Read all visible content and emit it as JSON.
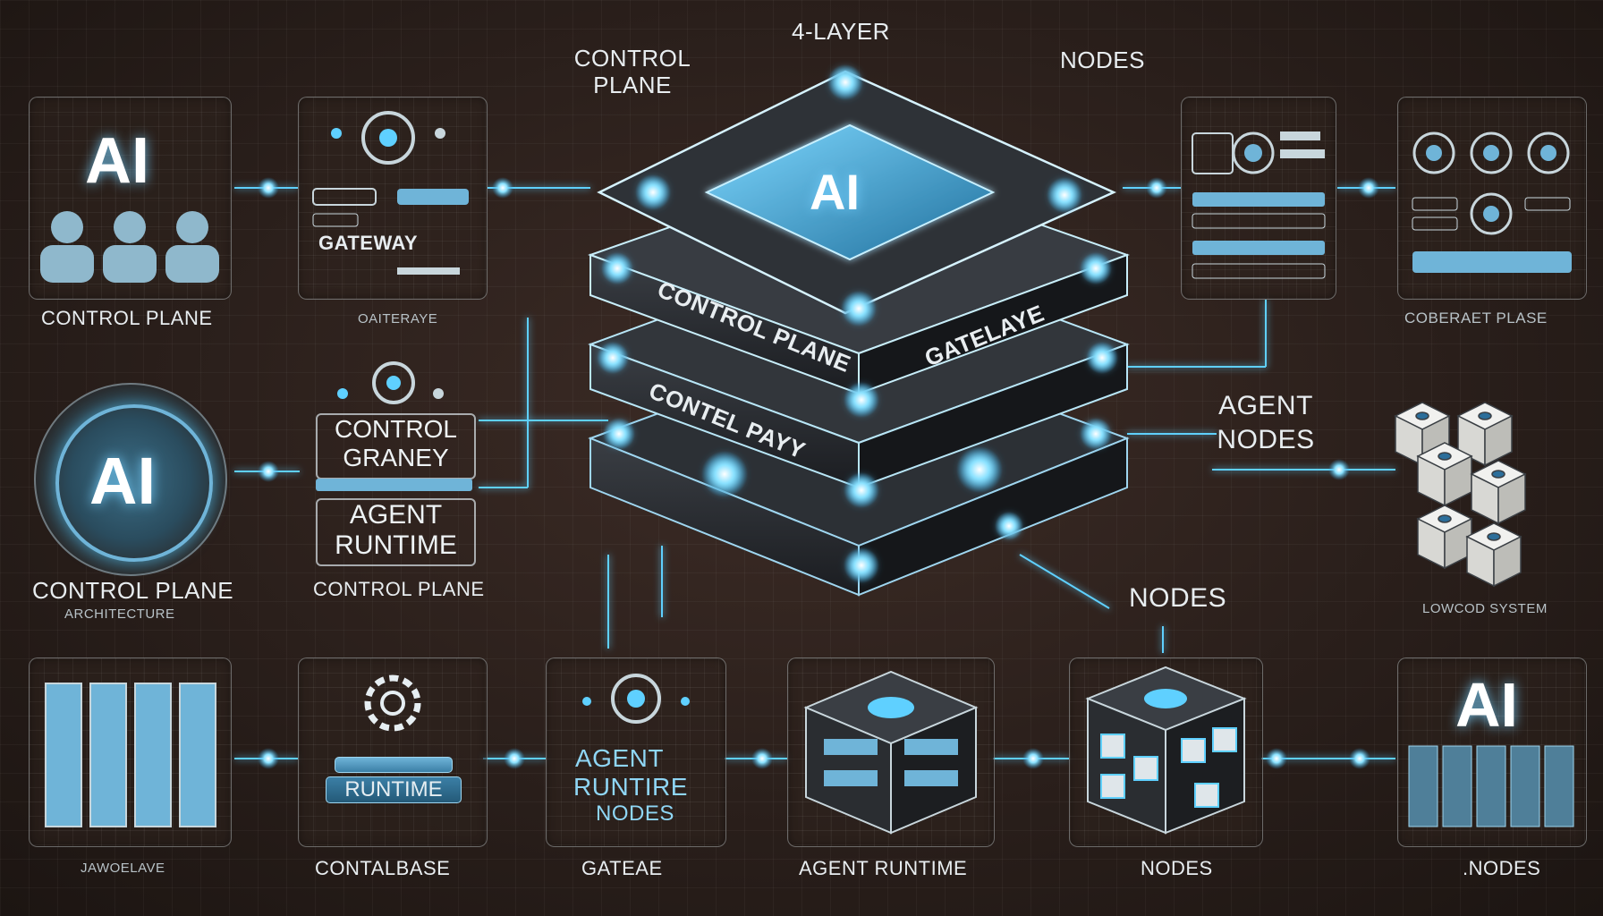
{
  "title": "4-LAYER",
  "top_labels": {
    "control_plane": "CONTROL PLANE",
    "nodes": "NODES"
  },
  "stack": {
    "top_ai": "AI",
    "layer1": "CONTROL PLANE",
    "layer1_side": "GATELAYE",
    "layer2": "CONTEL PAYY"
  },
  "side_labels": {
    "agent_nodes": "AGENT NODES",
    "nodes_mid": "NODES"
  },
  "panels_top": [
    {
      "ai": "AI",
      "caption": "CONTROL PLANE"
    },
    {
      "inner": "GATEWAY",
      "caption": "OAITERAYE"
    },
    {
      "caption": ""
    },
    {
      "caption": "COBERAET PLASE"
    }
  ],
  "left_mid": {
    "ai": "AI",
    "caption": "CONTROL PLANE",
    "subcaption": "ARCHITECTURE"
  },
  "center_left": {
    "box1": "CONTROL GRANEY",
    "box2": "AGENT RUNTIME",
    "caption": "CONTROL PLANE"
  },
  "right_mid": {
    "caption": "LOWCOD SYSTEM"
  },
  "panels_bottom": [
    {
      "caption": "JAWOELAVE"
    },
    {
      "inner": "RUNTIME",
      "caption": "CONTALBASE"
    },
    {
      "inner1": "AGENT",
      "inner2": "RUNTIRE",
      "inner3": "NODES",
      "caption": "GATEAE"
    },
    {
      "caption": "AGENT RUNTIME"
    },
    {
      "caption": "NODES"
    },
    {
      "ai": "AI",
      "caption": ".NODES"
    }
  ],
  "colors": {
    "accent": "#5fd0ff",
    "background": "#2a1f1b"
  }
}
